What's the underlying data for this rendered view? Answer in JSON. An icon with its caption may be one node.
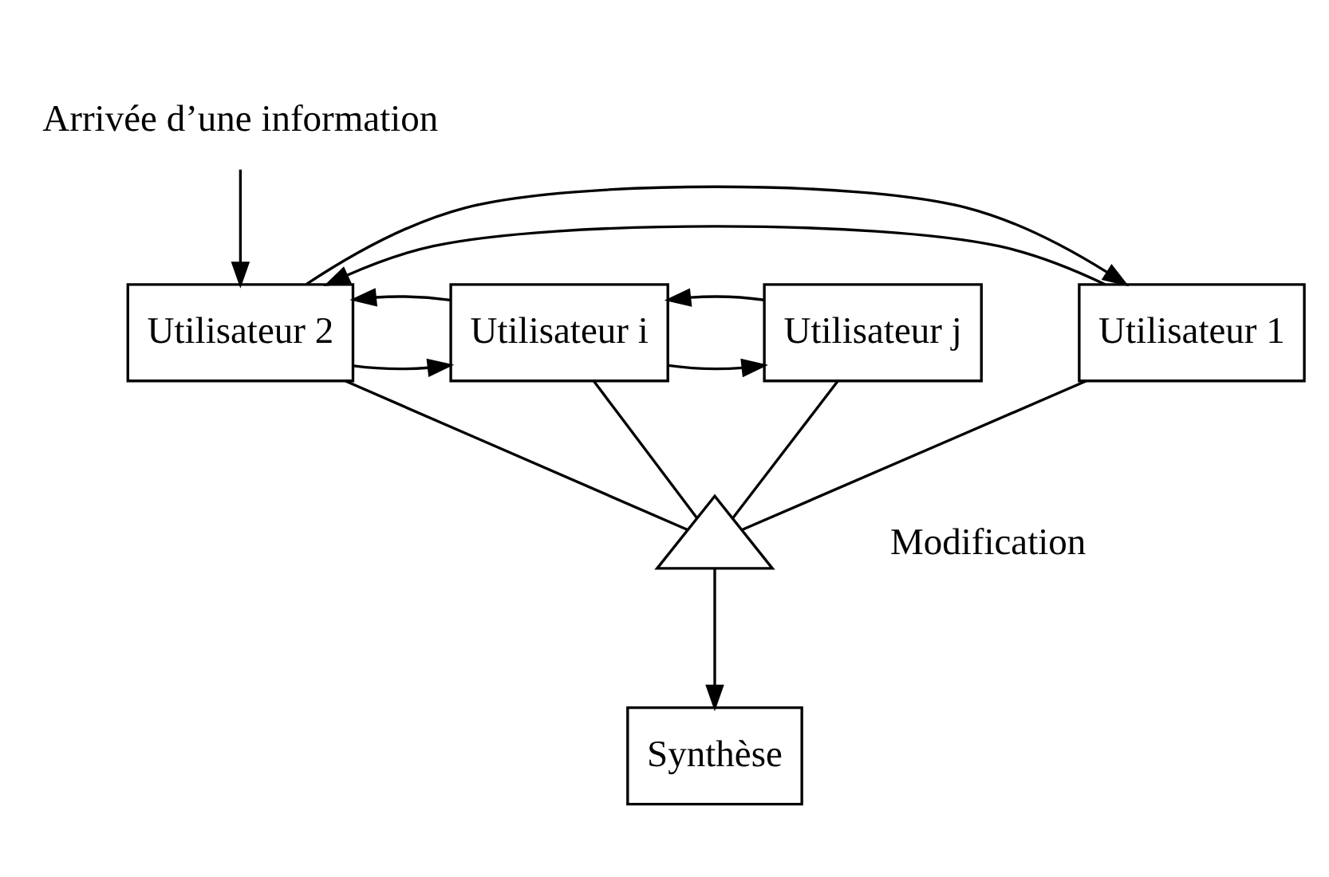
{
  "diagram": {
    "nodes": [
      {
        "text": [
          "Arrivée d’une information"
        ]
      },
      {
        "text": [
          "Utilisateur 1"
        ]
      },
      {
        "text": [
          "Utilisateur 2"
        ]
      },
      {
        "text": [
          "Utilisateur i"
        ]
      },
      {
        "text": [
          "Utilisateur j"
        ]
      },
      {
        "text": [],
        "shape": "triangle"
      },
      {
        "text": [
          "Synthèse"
        ]
      }
    ],
    "edges": [
      {
        "from": 0,
        "to": 2,
        "arrow": "to"
      },
      {
        "from": 1,
        "to": 2,
        "arrow": "to"
      },
      {
        "from": 2,
        "to": 1,
        "arrow": "to"
      },
      {
        "from": 2,
        "to": 3,
        "arrow": "to"
      },
      {
        "from": 3,
        "to": 2,
        "arrow": "to"
      },
      {
        "from": 3,
        "to": 4,
        "arrow": "to"
      },
      {
        "from": 4,
        "to": 3,
        "arrow": "to"
      },
      {
        "from": 1,
        "to": 5,
        "arrow": "none"
      },
      {
        "from": 2,
        "to": 5,
        "arrow": "none"
      },
      {
        "from": 3,
        "to": 5,
        "arrow": "none"
      },
      {
        "from": 4,
        "to": 5,
        "arrow": "none"
      },
      {
        "from": 5,
        "to": 6,
        "arrow": "to"
      }
    ],
    "labels": [
      "Modification"
    ]
  }
}
